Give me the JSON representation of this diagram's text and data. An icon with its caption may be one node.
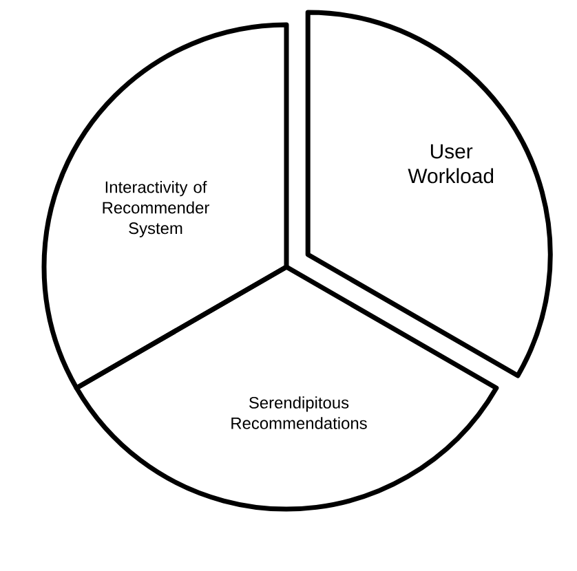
{
  "diagram": {
    "nodes": [
      {
        "text": [
          "Interactivity of Recommender System"
        ]
      },
      {
        "text": [
          "User Workload"
        ]
      },
      {
        "text": [
          "Serendipitous Recommendations"
        ]
      }
    ]
  }
}
